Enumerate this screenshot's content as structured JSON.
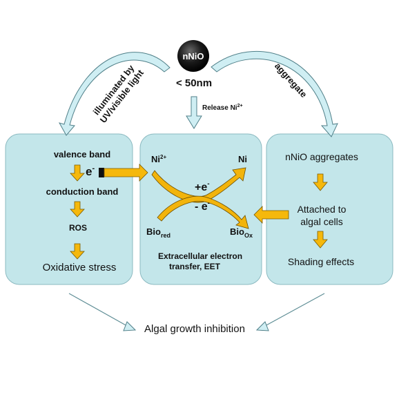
{
  "center": {
    "label": "nNiO",
    "size": "< 50nm",
    "release_label": "Release Ni",
    "release_sup": "2+"
  },
  "left_arc_label": {
    "line1": "illuminated by",
    "line2": "UV/visible light"
  },
  "right_arc_label": "aggregate",
  "left_panel": {
    "valence": "valence band",
    "electron": "e",
    "electron_sup": "-",
    "conduction": "conduction band",
    "ros": "ROS",
    "stress": "Oxidative stress"
  },
  "middle_panel": {
    "ni2": "Ni",
    "ni2_sup": "2+",
    "ni": "Ni",
    "plus_e": "+e",
    "plus_e_sup": "-",
    "minus_e": "- e",
    "minus_e_sup": "-",
    "bio_red": "Bio",
    "bio_red_sub": "red",
    "bio_ox": "Bio",
    "bio_ox_sub": "Ox",
    "caption_line1": "Extracellular electron",
    "caption_line2": "transfer, EET"
  },
  "right_panel": {
    "aggregates": "nNiO aggregates",
    "attached_line1": "Attached to",
    "attached_line2": "algal cells",
    "shading": "Shading effects"
  },
  "result": "Algal growth inhibition",
  "colors": {
    "panel": "#c3e6ea",
    "arrow": "#f5b80c",
    "sphere": "#111111"
  }
}
